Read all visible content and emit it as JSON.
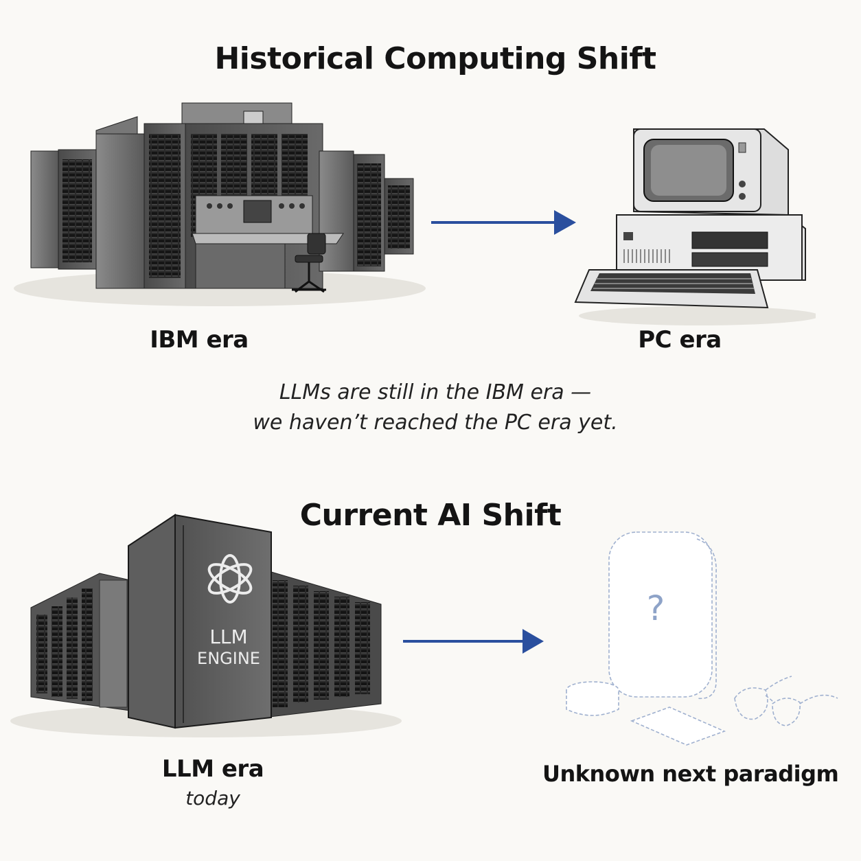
{
  "historical": {
    "title": "Historical Computing Shift",
    "from_label": "IBM era",
    "to_label": "PC era"
  },
  "quote": {
    "line1": "LLMs are still in the IBM era —",
    "line2": "we haven’t reached the PC era yet."
  },
  "current": {
    "title": "Current AI Shift",
    "engine_text_line1": "LLM",
    "engine_text_line2": "ENGINE",
    "from_label": "LLM era",
    "from_sublabel": "today",
    "unknown_symbol": "?",
    "to_label": "Unknown next paradigm"
  },
  "colors": {
    "arrow": "#2a4f9e",
    "ghost_line": "#9fb0cf",
    "question": "#8ea3c8",
    "ink": "#141414"
  }
}
